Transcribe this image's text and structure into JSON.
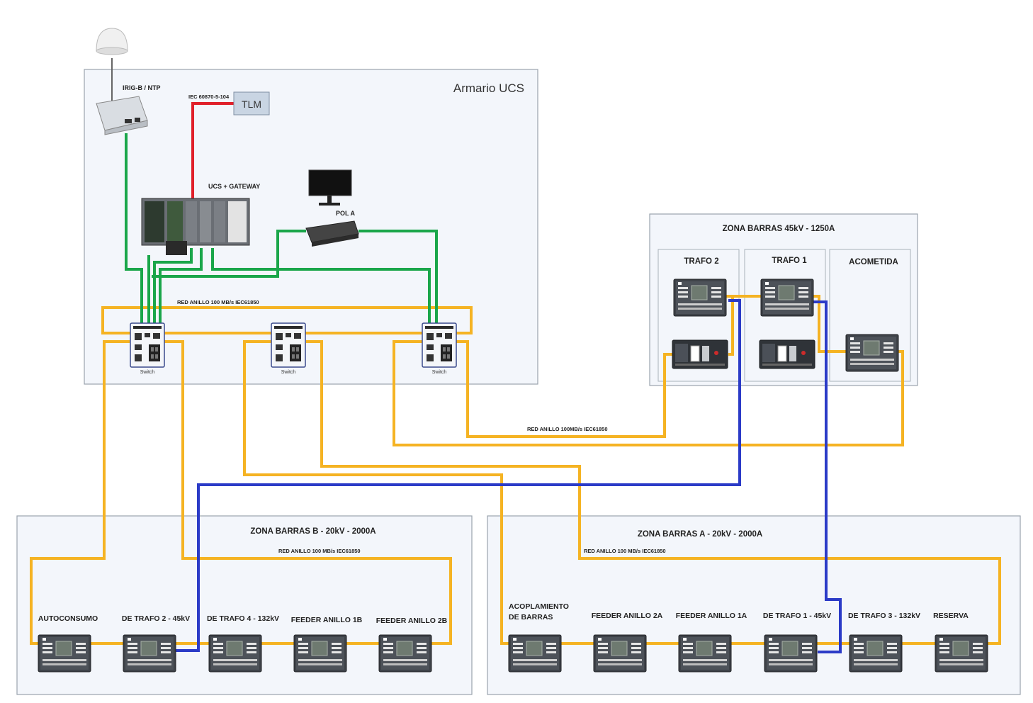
{
  "armario": {
    "title": "Armario UCS",
    "irig_label": "IRIG-B / NTP",
    "iec_label": "IEC 60870-5-104",
    "tlm_label": "TLM",
    "ucs_label": "UCS + GATEWAY",
    "pol_label": "POL A",
    "ring_label": "RED ANILLO 100 MB/s IEC61850",
    "switch_labels": [
      "Switch",
      "Switch",
      "Switch"
    ]
  },
  "zona45": {
    "title": "ZONA BARRAS 45kV - 1250A",
    "bays": [
      "TRAFO 2",
      "TRAFO 1",
      "ACOMETIDA"
    ]
  },
  "mid_ring_label": "RED ANILLO 100MB/s IEC61850",
  "zonaB": {
    "title": "ZONA BARRAS B - 20kV - 2000A",
    "ring_label": "RED ANILLO 100 MB/s IEC61850",
    "feeders": [
      "AUTOCONSUMO",
      "DE TRAFO 2 - 45kV",
      "DE TRAFO 4 - 132kV",
      "FEEDER ANILLO 1B",
      "FEEDER ANILLO 2B"
    ]
  },
  "zonaA": {
    "title": "ZONA BARRAS A - 20kV - 2000A",
    "ring_label": "RED ANILLO 100 MB/s IEC61850",
    "feeders_line1": [
      "ACOPLAMIENTO",
      "FEEDER ANILLO 2A",
      "FEEDER ANILLO 1A",
      "DE TRAFO 1 - 45kV",
      "DE TRAFO 3 - 132kV",
      "RESERVA"
    ],
    "feeder1_line2": "DE BARRAS"
  },
  "colors": {
    "ring": "#f5b323",
    "ethernet": "#1aa64a",
    "iec104": "#e0202a",
    "trafo_link": "#2b3bc7"
  }
}
